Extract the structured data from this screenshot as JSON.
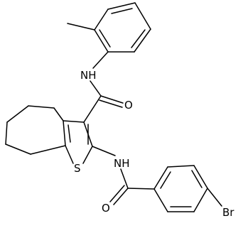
{
  "molecule": {
    "atoms": {
      "nh_amide_top": "NH",
      "o_carbonyl_top": "O",
      "s_thiophene": "S",
      "nh_amide_bottom": "NH",
      "o_carbonyl_bottom": "O",
      "br_substituent": "Br"
    }
  }
}
